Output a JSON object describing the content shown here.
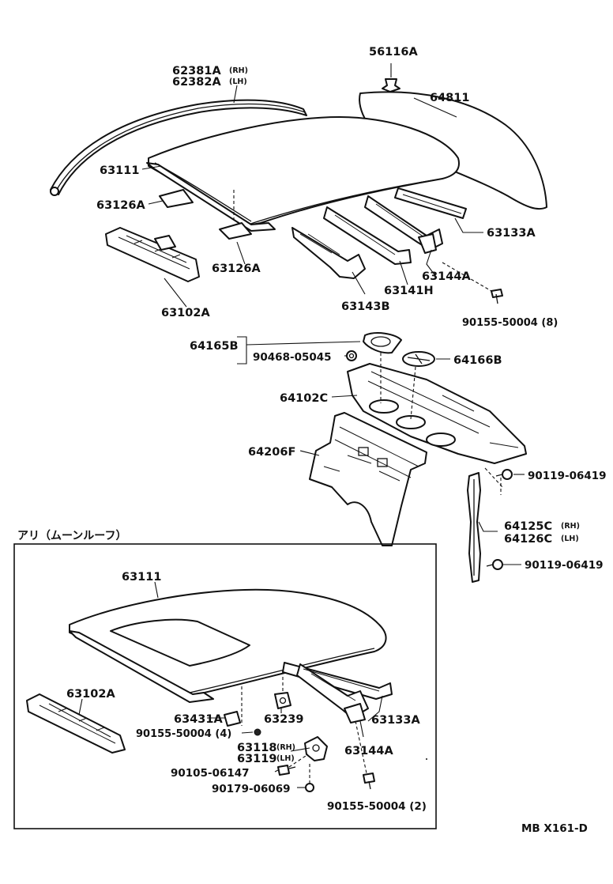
{
  "labels": {
    "p56116A": "56116A",
    "p64811": "64811",
    "p62381A": "62381A",
    "p62381A_side": "(RH)",
    "p62382A": "62382A",
    "p62382A_side": "(LH)",
    "p63111_top": "63111",
    "p63126A_left": "63126A",
    "p63126A_mid": "63126A",
    "p63102A_top": "63102A",
    "p63133A_top": "63133A",
    "p63144A_top": "63144A",
    "p63141H": "63141H",
    "p63143B": "63143B",
    "p90155_8": "90155-50004 (8)",
    "p64165B": "64165B",
    "p90468": "90468-05045",
    "p64166B": "64166B",
    "p64102C": "64102C",
    "p64206F": "64206F",
    "p90119_a": "90119-06419",
    "p64125C": "64125C",
    "p64125C_side": "(RH)",
    "p64126C": "64126C",
    "p64126C_side": "(LH)",
    "p90119_b": "90119-06419",
    "section_title": "アリ（ムーンルーフ）",
    "p63111_box": "63111",
    "p63102A_box": "63102A",
    "p63431A": "63431A",
    "p63239": "63239",
    "p63133A_box": "63133A",
    "p90155_4": "90155-50004 (4)",
    "p63118": "63118",
    "p63118_side": "(RH)",
    "p63119": "63119",
    "p63119_side": "(LH)",
    "p63144A_box": "63144A",
    "p90105": "90105-06147",
    "p90179": "90179-06069",
    "p90155_2": "90155-50004 (2)",
    "diagram_code": "MB  X161-D"
  }
}
